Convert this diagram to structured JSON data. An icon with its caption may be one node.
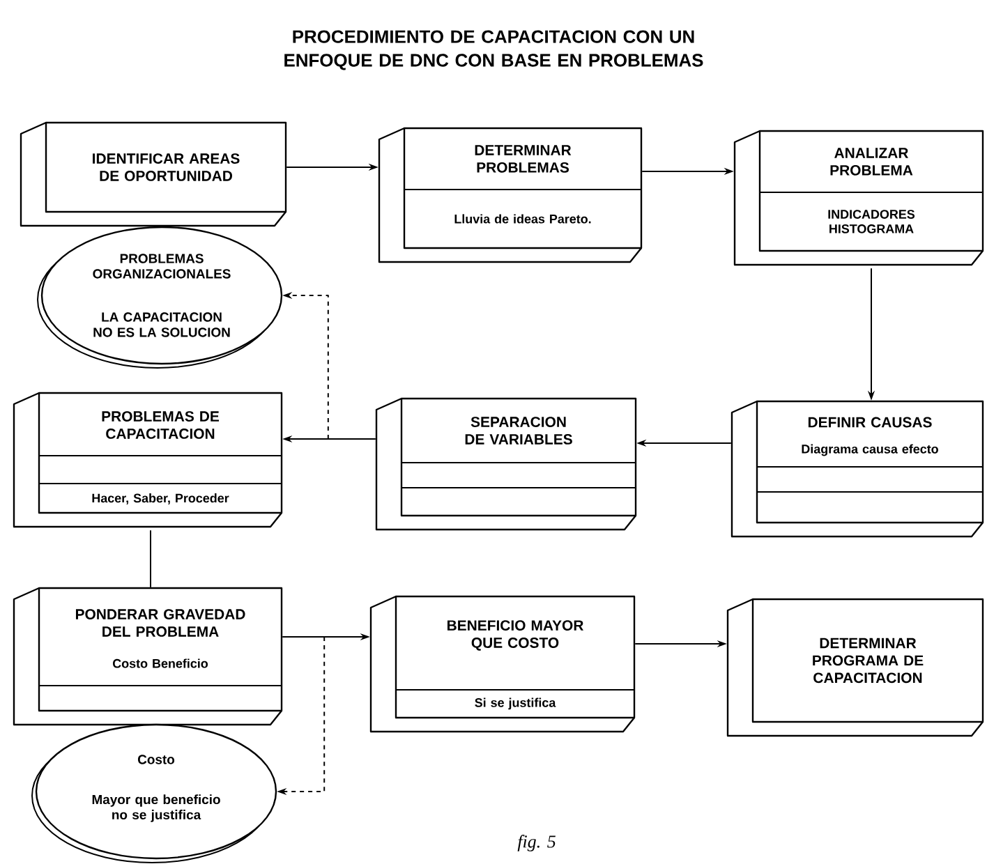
{
  "diagram": {
    "title": "PROCEDIMIENTO DE CAPACITACION CON UN ENFOQUE DE DNC CON BASE EN PROBLEMAS",
    "caption": "fig. 5",
    "nodes": [
      {
        "text": [
          "IDENTIFICAR AREAS DE OPORTUNIDAD"
        ]
      },
      {
        "text": [
          "DETERMINAR PROBLEMAS",
          "Lluvia de ideas Pareto."
        ]
      },
      {
        "text": [
          "ANALIZAR PROBLEMA",
          "INDICADORES HISTOGRAMA"
        ]
      },
      {
        "text": [
          "PROBLEMAS ORGANIZACIONALES",
          "LA CAPACITACION NO ES LA SOLUCION"
        ]
      },
      {
        "text": [
          "PROBLEMAS DE CAPACITACION",
          "Hacer, Saber, Proceder"
        ]
      },
      {
        "text": [
          "SEPARACION DE VARIABLES"
        ]
      },
      {
        "text": [
          "DEFINIR CAUSAS",
          "Diagrama causa efecto"
        ]
      },
      {
        "text": [
          "PONDERAR GRAVEDAD DEL PROBLEMA",
          "Costo Beneficio"
        ]
      },
      {
        "text": [
          "BENEFICIO MAYOR QUE COSTO",
          "Si se justifica"
        ]
      },
      {
        "text": [
          "DETERMINAR PROGRAMA DE CAPACITACION"
        ]
      },
      {
        "text": [
          "Costo",
          "Mayor que beneficio no se justifica"
        ]
      }
    ],
    "edges": [
      {
        "from": 0,
        "to": 1,
        "arrow": "to"
      },
      {
        "from": 1,
        "to": 2,
        "arrow": "to"
      },
      {
        "from": 2,
        "to": 6,
        "arrow": "to"
      },
      {
        "from": 6,
        "to": 5,
        "arrow": "to"
      },
      {
        "from": 5,
        "to": 4,
        "arrow": "to"
      },
      {
        "from": 5,
        "to": 3,
        "arrow": "to",
        "style": "dashed"
      },
      {
        "from": 4,
        "to": 7,
        "arrow": "none"
      },
      {
        "from": 7,
        "to": 8,
        "arrow": "to"
      },
      {
        "from": 7,
        "to": 10,
        "arrow": "to",
        "style": "dashed"
      },
      {
        "from": 8,
        "to": 9,
        "arrow": "to"
      }
    ]
  }
}
